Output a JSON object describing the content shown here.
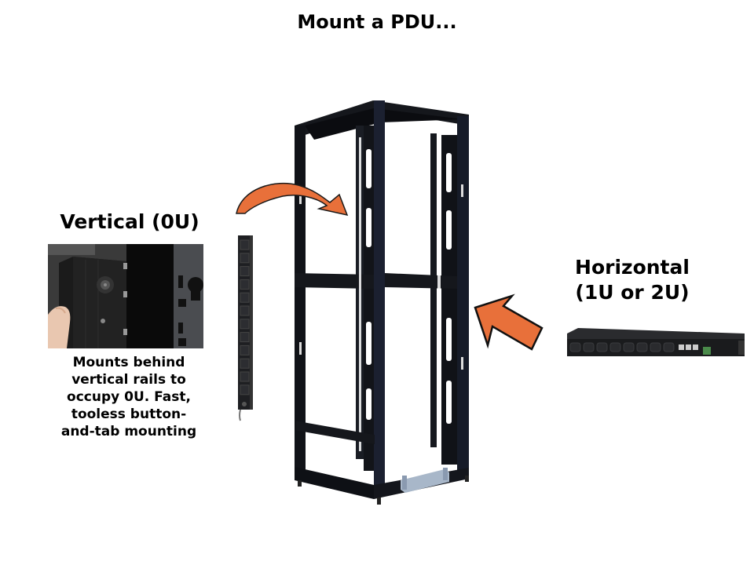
{
  "slide": {
    "title": "Mount a PDU..."
  },
  "vertical": {
    "heading": "Vertical (0U)",
    "description_lines": [
      "Mounts behind",
      "vertical rails to",
      "occupy 0U. Fast,",
      "tooless button-",
      "and-tab mounting"
    ],
    "photo_icon": "vertical-pdu-closeup-photo",
    "pdu_icon": "vertical-pdu-strip-image",
    "outlet_count": 12
  },
  "horizontal": {
    "heading_lines": [
      "Horizontal",
      "(1U or 2U)"
    ],
    "pdu_icon": "horizontal-pdu-image",
    "outlet_count": 8
  },
  "rack": {
    "icon": "open-frame-rack-image"
  },
  "arrows": {
    "color": "#E8703A",
    "outline": "#1a1a1a",
    "curved": "curved-arrow-icon",
    "straight": "straight-arrow-icon"
  }
}
